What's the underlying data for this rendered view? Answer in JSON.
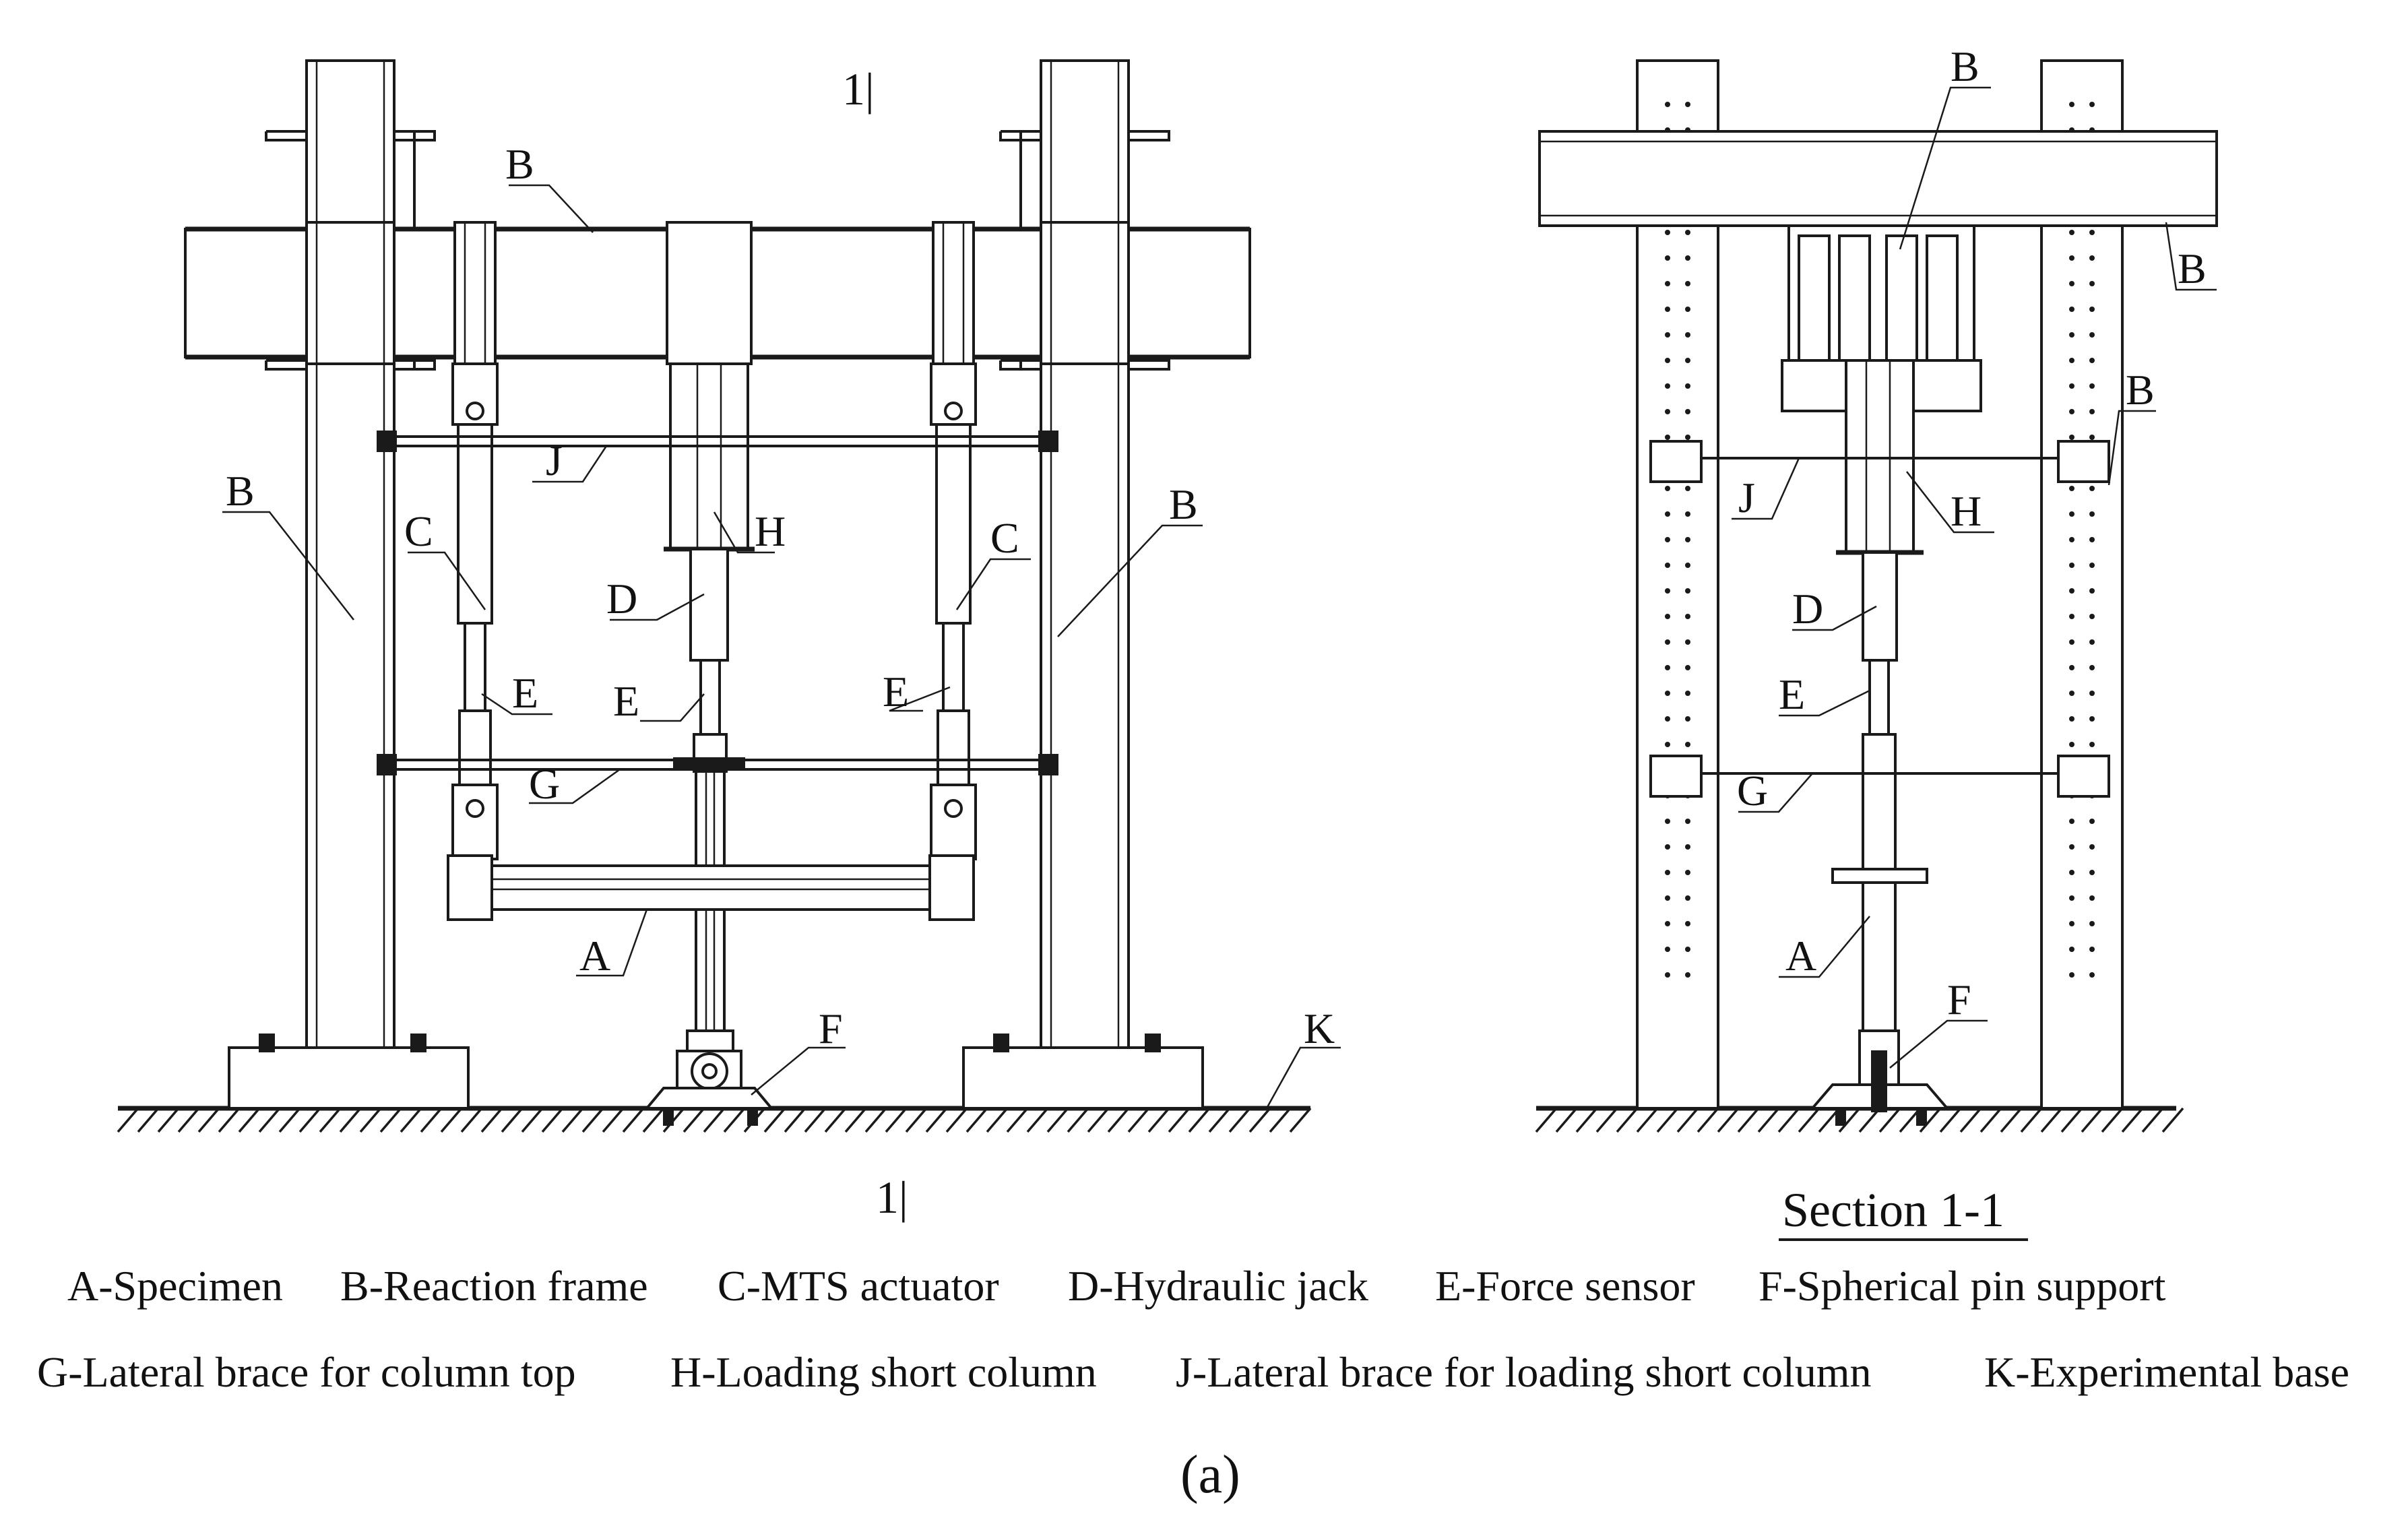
{
  "section_marks": {
    "top": "1|",
    "bottom": "1|"
  },
  "section_title": "Section 1-1",
  "caption": "(a)",
  "labels_elevation": {
    "A": "A",
    "B_top": "B",
    "B_left": "B",
    "B_right": "B",
    "C_left": "C",
    "C_right": "C",
    "D": "D",
    "E_left": "E",
    "E_mid": "E",
    "E_right": "E",
    "F": "F",
    "G": "G",
    "H": "H",
    "J": "J",
    "K": "K"
  },
  "labels_section": {
    "B_top": "B",
    "B_beam": "B",
    "B_col": "B",
    "J": "J",
    "H": "H",
    "D": "D",
    "E": "E",
    "G": "G",
    "A": "A",
    "F": "F"
  },
  "legend_row1": [
    "A-Specimen",
    "B-Reaction frame",
    "C-MTS actuator",
    "D-Hydraulic jack",
    "E-Force sensor",
    "F-Spherical pin support"
  ],
  "legend_row2": [
    "G-Lateral brace for column top",
    "H-Loading short column",
    "J-Lateral brace for loading short column",
    "K-Experimental base"
  ]
}
